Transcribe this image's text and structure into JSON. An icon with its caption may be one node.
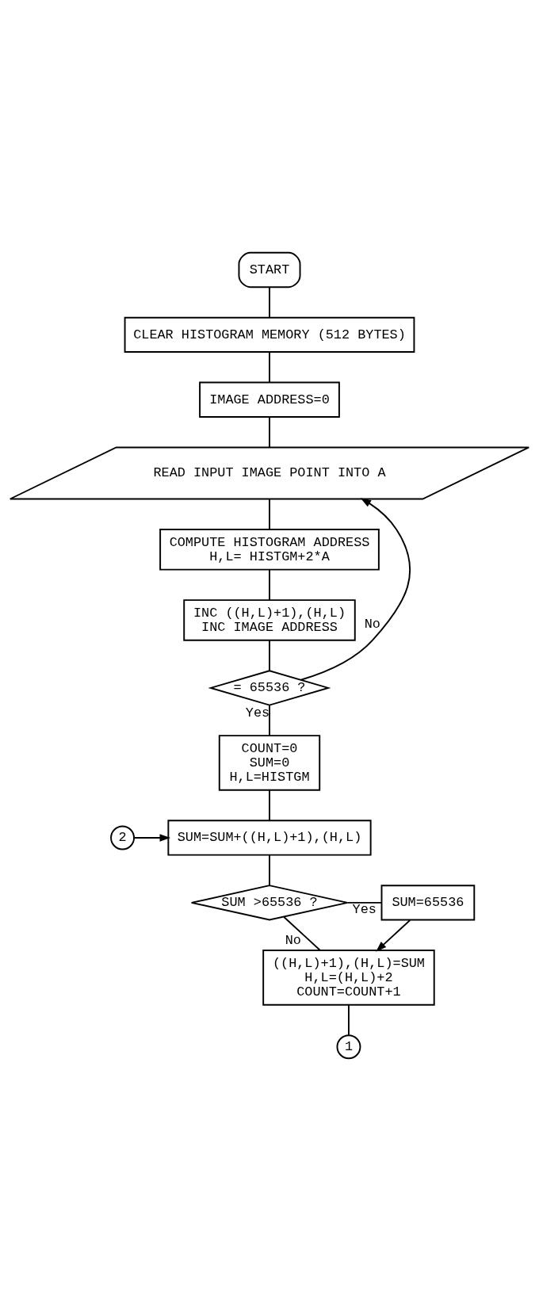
{
  "diagram": {
    "nodes": [
      {
        "text": [
          "START"
        ]
      },
      {
        "text": [
          "CLEAR HISTOGRAM MEMORY (512 BYTES)"
        ]
      },
      {
        "text": [
          "IMAGE ADDRESS=0"
        ]
      },
      {
        "text": [
          "READ INPUT IMAGE POINT INTO A"
        ]
      },
      {
        "text": [
          "COMPUTE HISTOGRAM ADDRESS",
          "H,L= HISTGM+2*A"
        ]
      },
      {
        "text": [
          "INC ((H,L)+1),(H,L)",
          "INC IMAGE ADDRESS"
        ]
      },
      {
        "text": [
          "= 65536 ?"
        ]
      },
      {
        "text": [
          "COUNT=0",
          "SUM=0",
          "H,L=HISTGM"
        ]
      },
      {
        "text": [
          "2"
        ]
      },
      {
        "text": [
          "SUM=SUM+((H,L)+1),(H,L)"
        ]
      },
      {
        "text": [
          "SUM >65536 ?"
        ]
      },
      {
        "text": [
          "SUM=65536"
        ]
      },
      {
        "text": [
          "((H,L)+1),(H,L)=SUM",
          "H,L=(H,L)+2",
          "COUNT=COUNT+1"
        ]
      },
      {
        "text": [
          "1"
        ]
      }
    ],
    "edges": [
      {
        "from": 0,
        "to": 1,
        "arrow": "none"
      },
      {
        "from": 1,
        "to": 2,
        "arrow": "none"
      },
      {
        "from": 2,
        "to": 3,
        "arrow": "none"
      },
      {
        "from": 3,
        "to": 4,
        "arrow": "none"
      },
      {
        "from": 4,
        "to": 5,
        "arrow": "none"
      },
      {
        "from": 5,
        "to": 6,
        "arrow": "none"
      },
      {
        "from": 6,
        "to": 3,
        "arrow": "to",
        "label": "No"
      },
      {
        "from": 6,
        "to": 7,
        "arrow": "none",
        "label": "Yes"
      },
      {
        "from": 7,
        "to": 9,
        "arrow": "none"
      },
      {
        "from": 8,
        "to": 9,
        "arrow": "to"
      },
      {
        "from": 9,
        "to": 10,
        "arrow": "none"
      },
      {
        "from": 10,
        "to": 11,
        "arrow": "none",
        "label": "Yes"
      },
      {
        "from": 10,
        "to": 12,
        "arrow": "none",
        "label": "No"
      },
      {
        "from": 11,
        "to": 12,
        "arrow": "to"
      },
      {
        "from": 12,
        "to": 13,
        "arrow": "none"
      }
    ]
  }
}
